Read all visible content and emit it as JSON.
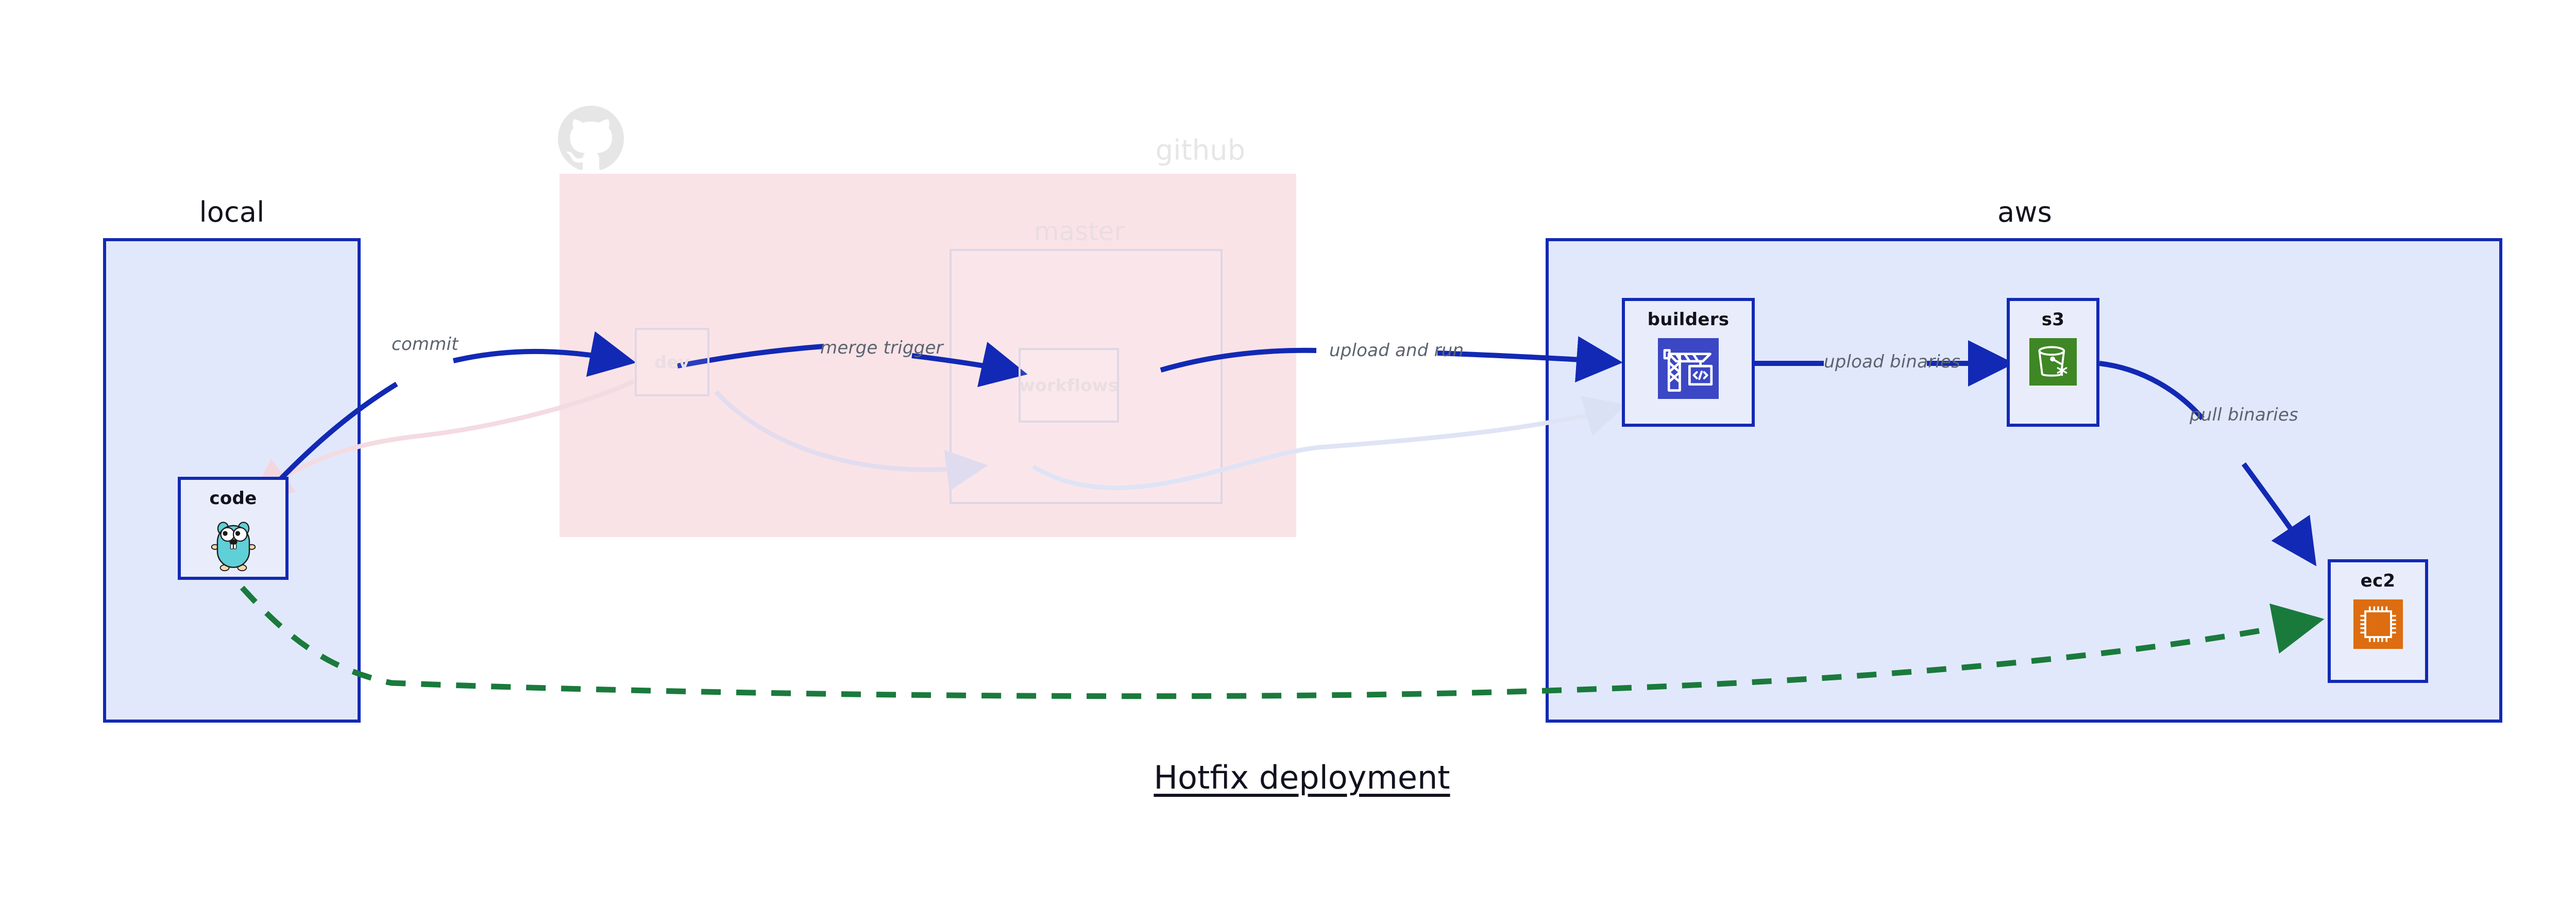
{
  "diagram": {
    "caption": "Hotfix deployment",
    "caption_color": "#12121f"
  },
  "clusters": [
    {
      "id": "local",
      "label": "local",
      "style": "blue",
      "faded": false,
      "fill": "#e2e8fb",
      "stroke": "#1229b5"
    },
    {
      "id": "github",
      "label": "github",
      "style": "pink",
      "faded": true,
      "fill": "#fae3e7",
      "stroke": "none",
      "logo_icon": "github-octocat-icon"
    },
    {
      "id": "aws",
      "label": "aws",
      "style": "blue",
      "faded": false,
      "fill": "#e2e8fb",
      "stroke": "#1229b5"
    }
  ],
  "subclusters": [
    {
      "id": "master",
      "label": "master",
      "parent": "github",
      "faded": true
    }
  ],
  "nodes": [
    {
      "id": "code",
      "label": "code",
      "parent": "local",
      "icon": "golang-gopher-icon",
      "faded": false
    },
    {
      "id": "dev",
      "label": "dev",
      "parent": "github",
      "icon": "none",
      "faded": true
    },
    {
      "id": "workflows",
      "label": "workflows",
      "parent": "master",
      "icon": "none",
      "faded": true
    },
    {
      "id": "builders",
      "label": "builders",
      "parent": "aws",
      "icon": "aws-codebuild-crane-icon",
      "icon_color": "#3b47c4",
      "faded": false
    },
    {
      "id": "s3",
      "label": "s3",
      "parent": "aws",
      "icon": "aws-s3-bucket-icon",
      "icon_color": "#3f8624",
      "faded": false
    },
    {
      "id": "ec2",
      "label": "ec2",
      "parent": "aws",
      "icon": "aws-ec2-chip-icon",
      "icon_color": "#dd6d10",
      "faded": false
    }
  ],
  "edges": [
    {
      "id": "commit",
      "from": "code",
      "to": "dev",
      "label": "commit",
      "color": "#1229b5",
      "style": "solid",
      "faded": false
    },
    {
      "id": "merge-trigger",
      "from": "dev",
      "to": "workflows",
      "label": "merge trigger",
      "color": "#1229b5",
      "style": "solid",
      "faded": false
    },
    {
      "id": "upload-and-run",
      "from": "workflows",
      "to": "builders",
      "label": "upload and run",
      "color": "#1229b5",
      "style": "solid",
      "faded": false
    },
    {
      "id": "upload-binaries",
      "from": "builders",
      "to": "s3",
      "label": "upload binaries",
      "color": "#1229b5",
      "style": "solid",
      "faded": false
    },
    {
      "id": "pull-binaries",
      "from": "s3",
      "to": "ec2",
      "label": "pull binaries",
      "color": "#1229b5",
      "style": "solid",
      "faded": false
    },
    {
      "id": "hotfix-direct",
      "from": "code",
      "to": "ec2",
      "label": "",
      "color": "#1a7a3c",
      "style": "dashed",
      "faded": false
    },
    {
      "id": "faded-code-dev",
      "from": "code",
      "to": "dev",
      "label": "",
      "color": "#f4dbe1",
      "style": "solid",
      "faded": true
    },
    {
      "id": "faded-dev-workflows",
      "from": "dev",
      "to": "workflows",
      "label": "",
      "color": "#e3dcef",
      "style": "solid",
      "faded": true
    },
    {
      "id": "faded-workflows-builders",
      "from": "workflows",
      "to": "builders",
      "label": "",
      "color": "#dfe4f5",
      "style": "solid",
      "faded": true
    }
  ]
}
